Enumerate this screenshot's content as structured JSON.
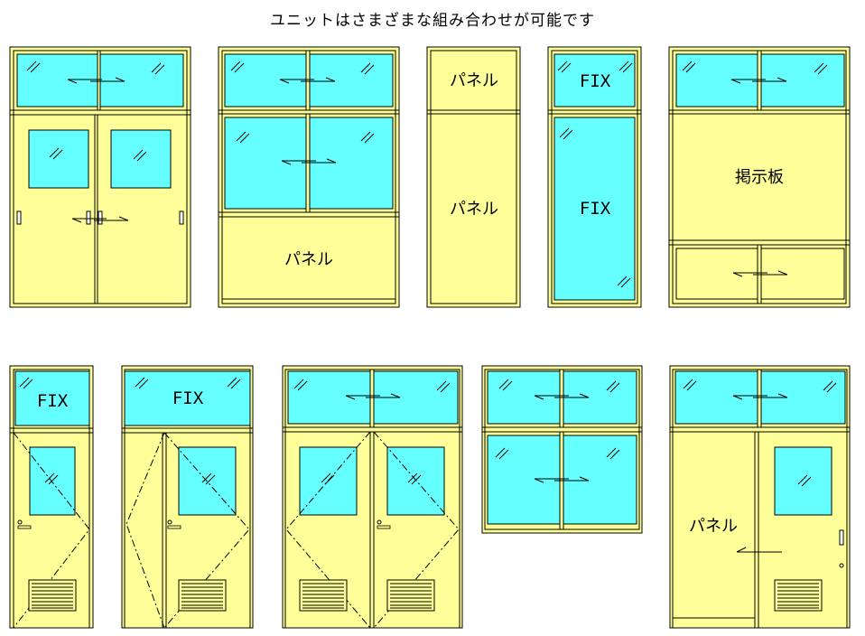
{
  "title": "ユニットはさまざまな組み合わせが可能です",
  "labels": {
    "panel": "パネル",
    "fix": "FIX",
    "board": "掲示板"
  },
  "colors": {
    "frame": "#ffff99",
    "glass": "#66ffff",
    "outline": "#000000"
  }
}
